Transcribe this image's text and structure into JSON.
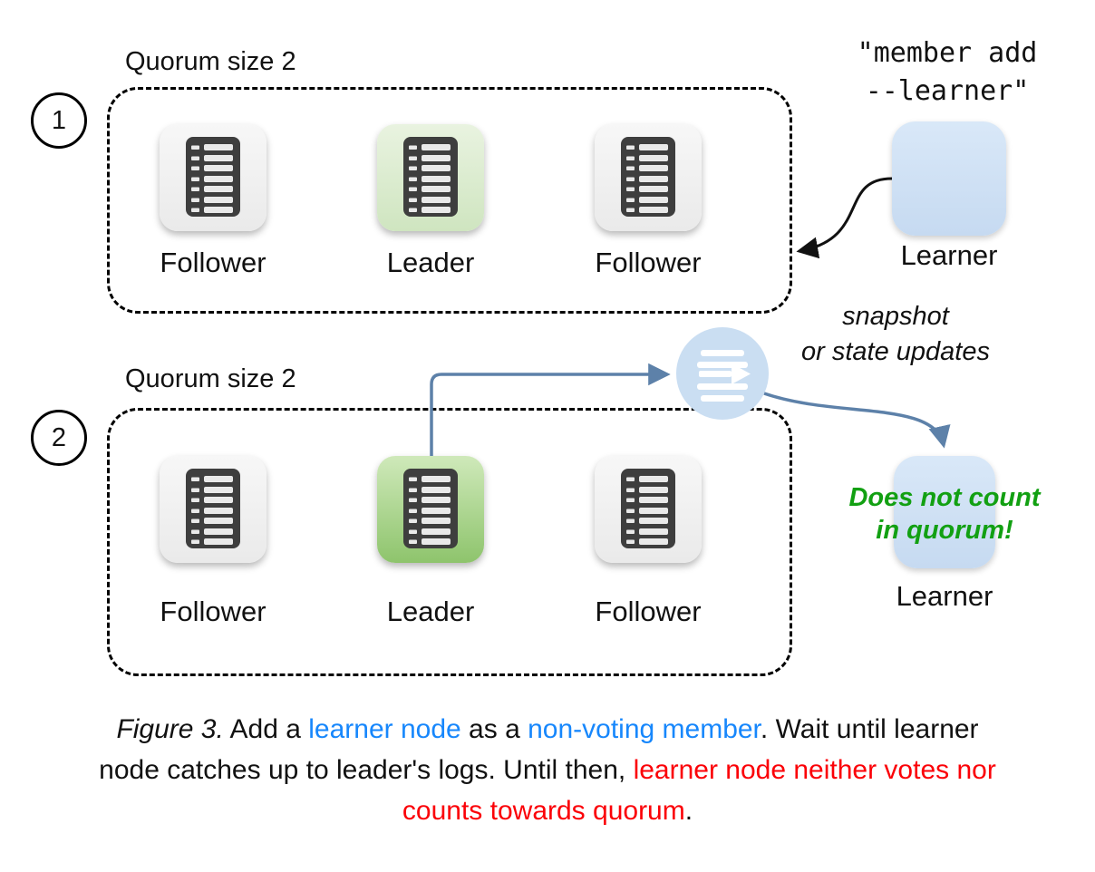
{
  "colors": {
    "blue-text": "#1787fc",
    "red-text": "#fb0007",
    "green-text": "#12a012",
    "arrow-blue": "#5d81a9",
    "arrow-black": "#111111",
    "learner-fill": "#cfe1f5",
    "leader-light-fill": "#d9ead3",
    "leader-strong-fill": "#93c47d",
    "follower-fill": "#f2f2f2"
  },
  "section1": {
    "badge": "1",
    "quorum_label": "Quorum size 2",
    "nodes": [
      {
        "label": "Follower"
      },
      {
        "label": "Leader"
      },
      {
        "label": "Follower"
      }
    ],
    "command": {
      "line1": "\"member add",
      "line2": "--learner\""
    },
    "learner": {
      "label": "Learner"
    }
  },
  "section2": {
    "badge": "2",
    "quorum_label": "Quorum size 2",
    "nodes": [
      {
        "label": "Follower"
      },
      {
        "label": "Leader"
      },
      {
        "label": "Follower"
      }
    ],
    "flow_label": {
      "line1": "snapshot",
      "line2": "or state updates"
    },
    "learner": {
      "label": "Learner",
      "note_line1": "Does not count",
      "note_line2": "in quorum!"
    }
  },
  "caption": {
    "parts": [
      {
        "text": "Figure 3."
      },
      {
        "text": " Add a "
      },
      {
        "text": "learner node"
      },
      {
        "text": " as a "
      },
      {
        "text": "non-voting member"
      },
      {
        "text": ". Wait until learner node catches up to leader's logs. Until then, "
      },
      {
        "text": "learner node neither votes nor counts towards quorum"
      },
      {
        "text": "."
      }
    ]
  }
}
